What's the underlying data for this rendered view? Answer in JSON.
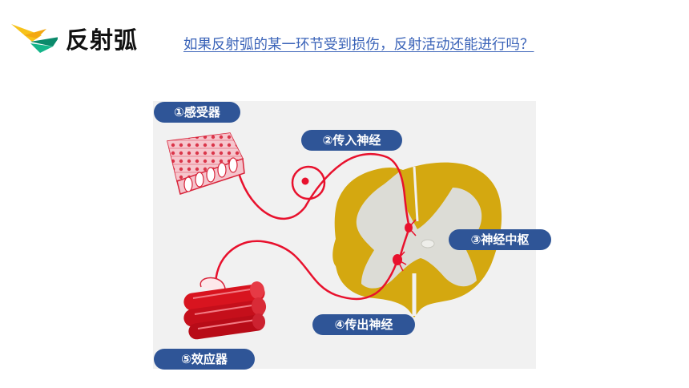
{
  "header": {
    "title": "反射弧",
    "question": "如果反射弧的某一环节受到损伤，反射活动还能进行吗？"
  },
  "labels": {
    "receptor": "①感受器",
    "afferent": "②传入神经",
    "center": "③神经中枢",
    "efferent": "④传出神经",
    "effector": "⑤效应器"
  },
  "colors": {
    "label_bg": "#2f5597",
    "nerve": "#e8112d",
    "white_matter": "#d4a810",
    "gray_matter": "#dcdcd6",
    "question_text": "#3a63b8"
  }
}
